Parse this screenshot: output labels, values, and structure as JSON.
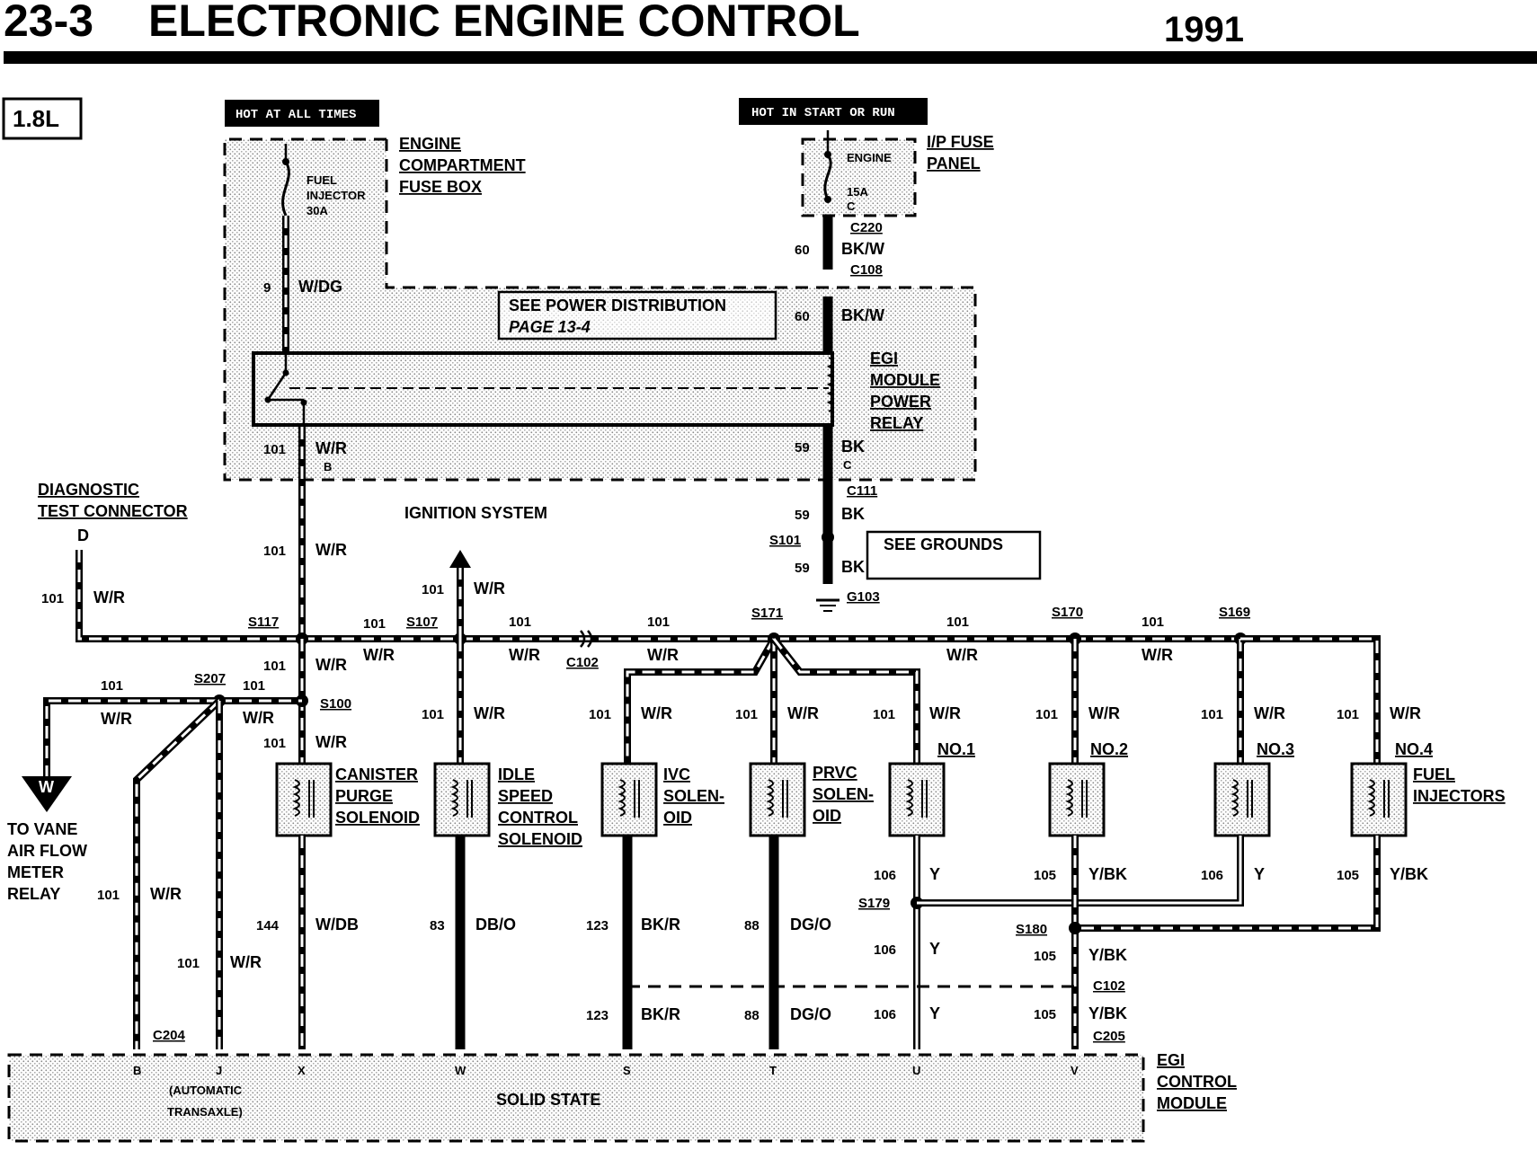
{
  "header": {
    "page_number": "23-3",
    "title": "ELECTRONIC ENGINE CONTROL",
    "year": "1991"
  },
  "engine_badge": "1.8L",
  "power": {
    "hot_at_all_times": "HOT AT ALL TIMES",
    "hot_in_start_or_run": "HOT IN START OR RUN"
  },
  "engine_fuse_box": {
    "label": [
      "ENGINE",
      "COMPARTMENT",
      "FUSE BOX"
    ],
    "fuse": [
      "FUEL",
      "INJECTOR",
      "30A"
    ]
  },
  "ip_fuse_panel": {
    "label": [
      "I/P FUSE",
      "PANEL"
    ],
    "fuse": [
      "ENGINE",
      "15A",
      "C"
    ]
  },
  "see_power_distribution": [
    "SEE POWER DISTRIBUTION",
    "PAGE 13-4"
  ],
  "egi_relay": [
    "EGI",
    "MODULE",
    "POWER",
    "RELAY"
  ],
  "diagnostic_connector": {
    "label": [
      "DIAGNOSTIC",
      "TEST CONNECTOR"
    ],
    "pin": "D"
  },
  "ignition_system": "IGNITION SYSTEM",
  "see_grounds": "SEE GROUNDS",
  "connectors": {
    "c220": "C220",
    "c108": "C108",
    "c111": "C111",
    "c102": "C102",
    "c204": "C204",
    "c205": "C205",
    "g103": "G103"
  },
  "splices": {
    "s117": "S117",
    "s107": "S107",
    "s171": "S171",
    "s170": "S170",
    "s169": "S169",
    "s101": "S101",
    "s207": "S207",
    "s100": "S100",
    "s179": "S179",
    "s180": "S180"
  },
  "wires": {
    "n9": "9",
    "wdg": "W/DG",
    "n60": "60",
    "bkw": "BK/W",
    "n59": "59",
    "bk": "BK",
    "n101": "101",
    "wr": "W/R",
    "n144": "144",
    "wdb": "W/DB",
    "n83": "83",
    "dbo": "DB/O",
    "n123": "123",
    "bkr": "BK/R",
    "n88": "88",
    "dgo": "DG/O",
    "n106": "106",
    "y": "Y",
    "n105": "105",
    "ybk": "Y/BK",
    "pin_b": "B",
    "pin_c": "C"
  },
  "components": {
    "canister": [
      "CANISTER",
      "PURGE",
      "SOLENOID"
    ],
    "idle": [
      "IDLE",
      "SPEED",
      "CONTROL",
      "SOLENOID"
    ],
    "ivc": [
      "IVC",
      "SOLEN-",
      "OID"
    ],
    "prvc": [
      "PRVC",
      "SOLEN-",
      "OID"
    ],
    "no1": "NO.1",
    "no2": "NO.2",
    "no3": "NO.3",
    "no4": "NO.4",
    "fuel_injectors": [
      "FUEL",
      "INJECTORS"
    ]
  },
  "vane_relay": {
    "symbol": "W",
    "label": [
      "TO VANE",
      "AIR FLOW",
      "METER",
      "RELAY"
    ]
  },
  "ecm": {
    "label": [
      "EGI",
      "CONTROL",
      "MODULE"
    ],
    "solid_state": "SOLID STATE",
    "transaxle_note": [
      "(AUTOMATIC",
      "TRANSAXLE)"
    ],
    "pins": {
      "b": "B",
      "j": "J",
      "x": "X",
      "w": "W",
      "s": "S",
      "t": "T",
      "u": "U",
      "v": "V"
    }
  }
}
